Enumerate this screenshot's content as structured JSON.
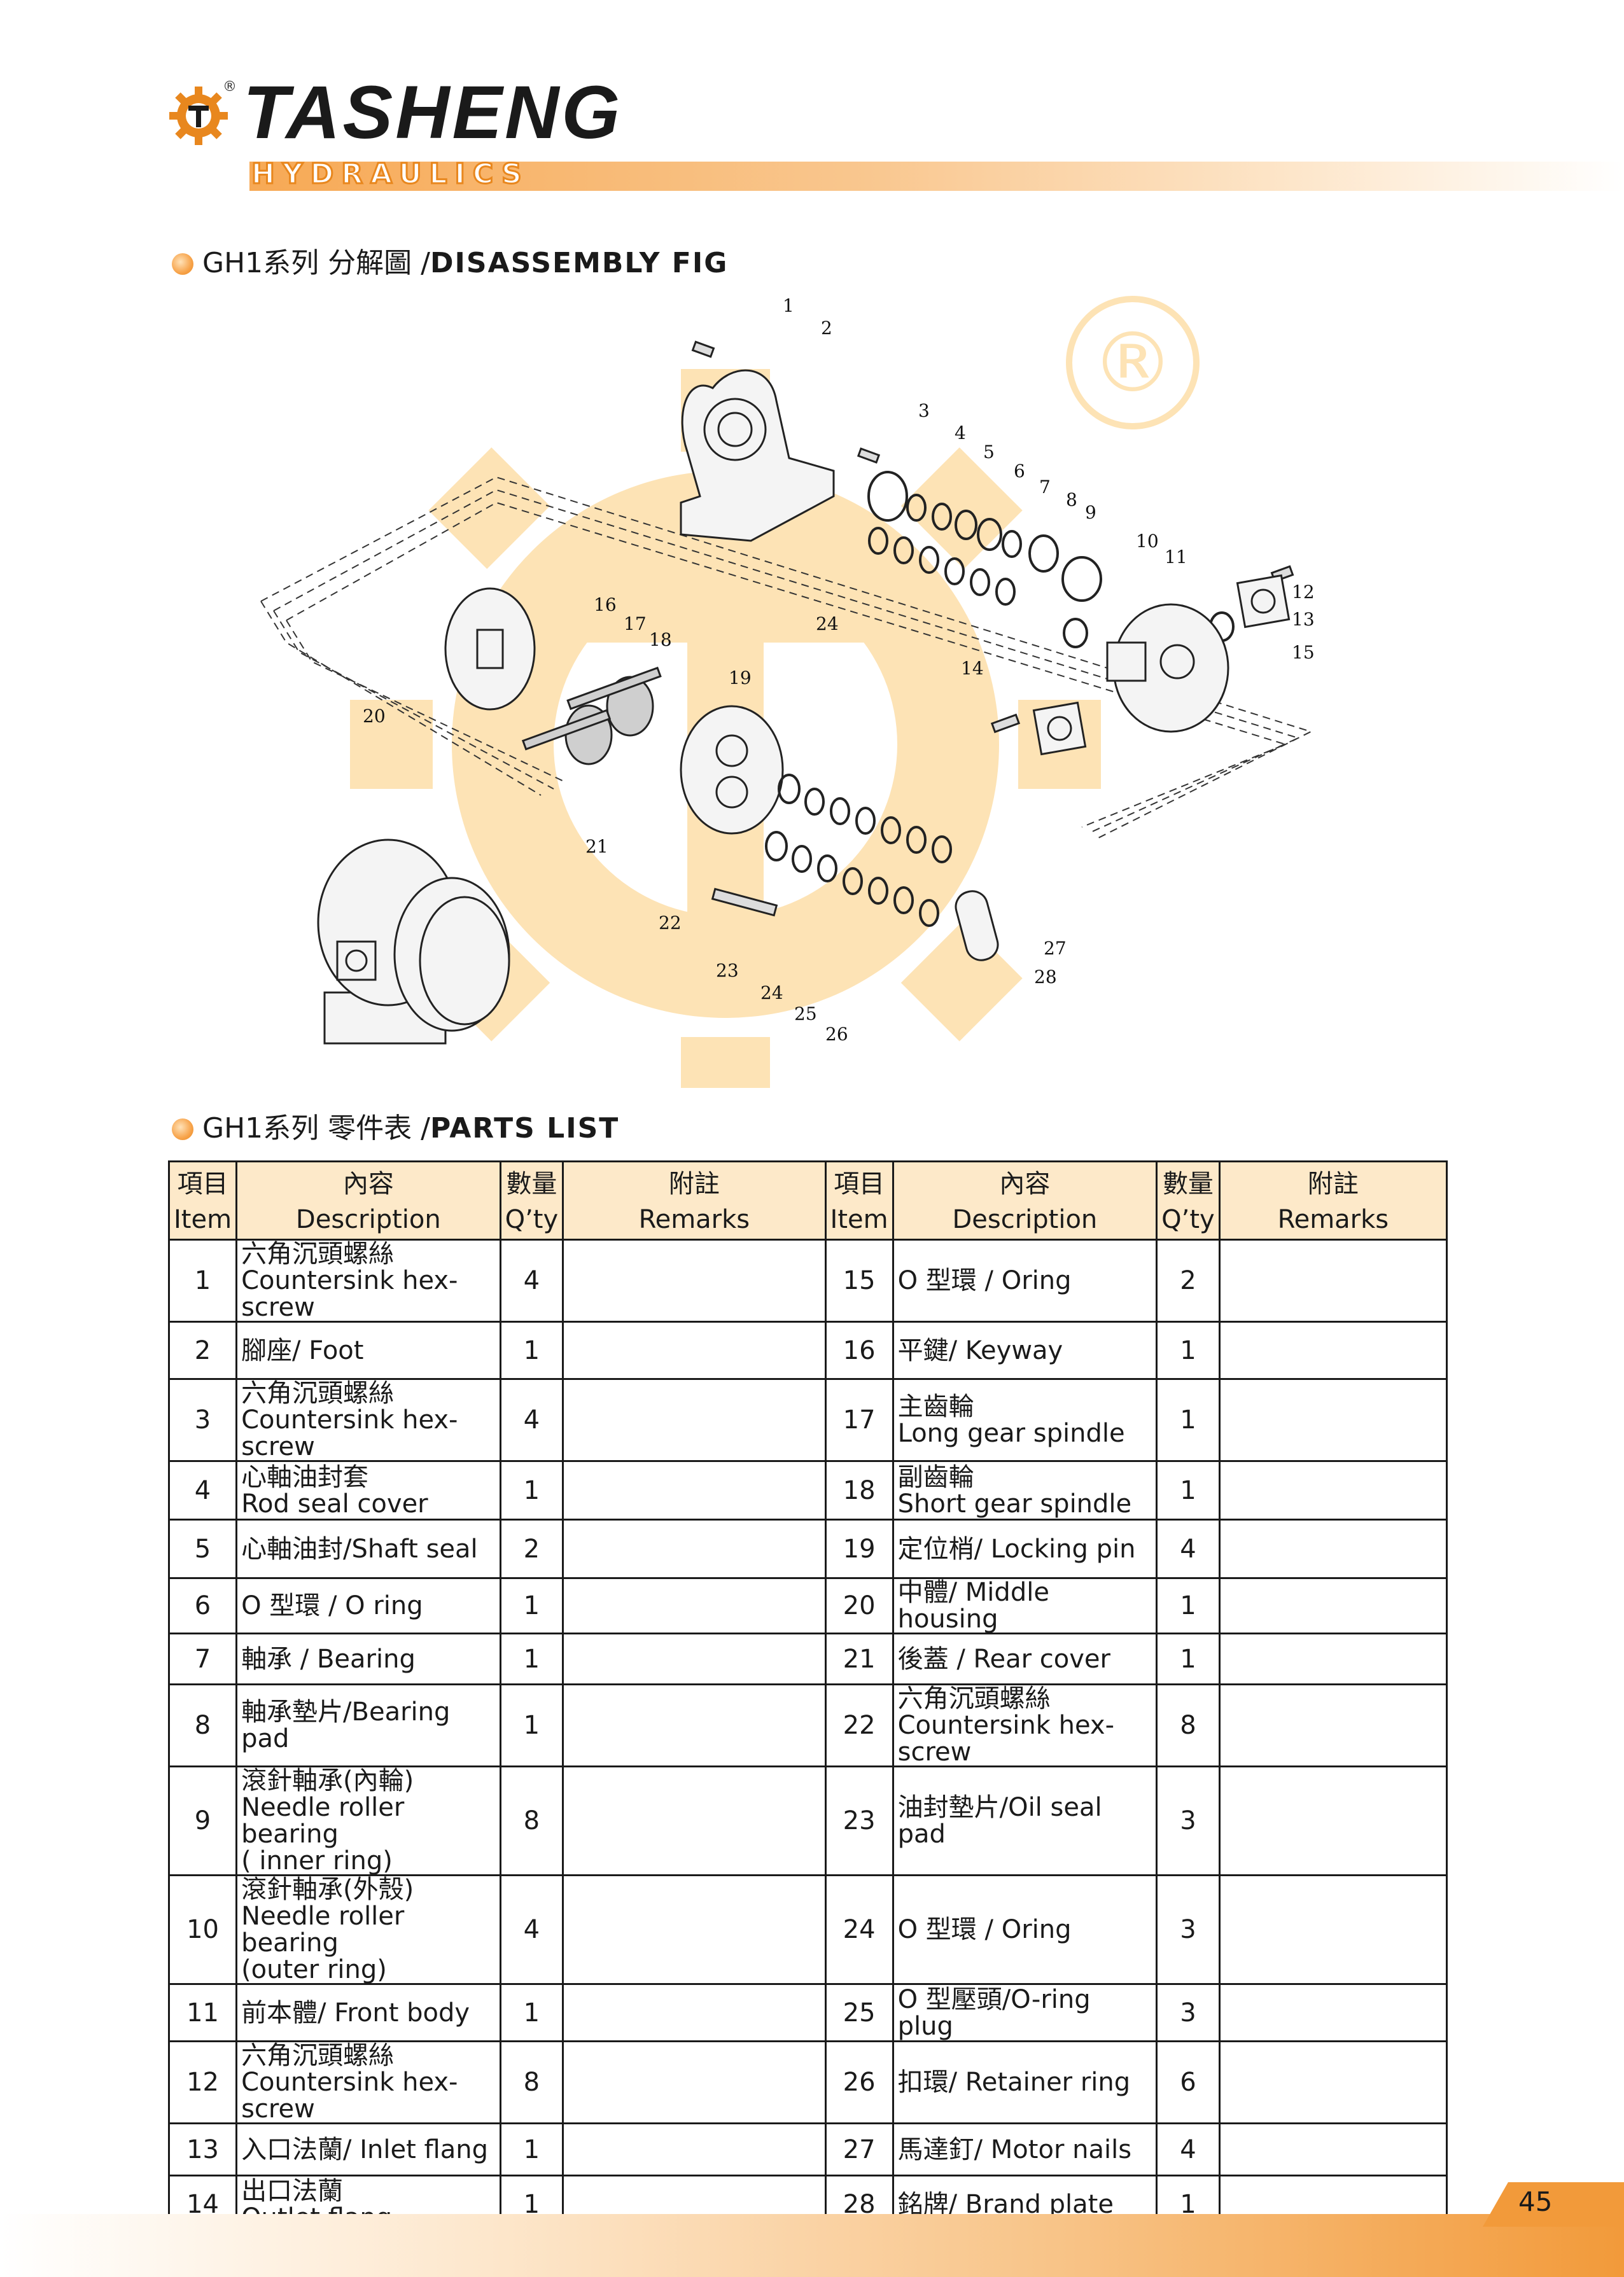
{
  "header": {
    "brand": "TASHENG",
    "subbrand": "HYDRAULICS",
    "reg_mark": "®"
  },
  "sections": {
    "disassembly": {
      "cn": "GH1系列 分解圖 /",
      "en": "DISASSEMBLY FIG"
    },
    "parts": {
      "cn": "GH1系列 零件表 /",
      "en": "PARTS LIST"
    }
  },
  "figure": {
    "watermark_reg": "®",
    "callouts": [
      "1",
      "2",
      "3",
      "4",
      "5",
      "6",
      "7",
      "8",
      "9",
      "10",
      "11",
      "12",
      "13",
      "14",
      "15",
      "16",
      "17",
      "18",
      "19",
      "20",
      "21",
      "22",
      "23",
      "24",
      "24",
      "25",
      "26",
      "27",
      "28"
    ]
  },
  "table": {
    "headers": {
      "item_cn": "項目",
      "item_en": "Item",
      "desc_cn": "內容",
      "desc_en": "Description",
      "qty_cn": "數量",
      "qty_en": "Q’ty",
      "remarks_cn": "附註",
      "remarks_en": "Remarks"
    },
    "rows": [
      {
        "l_item": "1",
        "l_cn": "六角沉頭螺絲",
        "l_en": "Countersink hex-screw",
        "l_qty": "4",
        "r_item": "15",
        "r_cn": "",
        "r_en": "O 型環  / Oring",
        "r_qty": "2"
      },
      {
        "l_item": "2",
        "l_cn": "",
        "l_en": "腳座/ Foot",
        "l_qty": "1",
        "r_item": "16",
        "r_cn": "",
        "r_en": "平鍵/ Keyway",
        "r_qty": "1"
      },
      {
        "l_item": "3",
        "l_cn": "六角沉頭螺絲",
        "l_en": "Countersink hex-screw",
        "l_qty": "4",
        "r_item": "17",
        "r_cn": "主齒輪",
        "r_en": "Long gear spindle",
        "r_qty": "1"
      },
      {
        "l_item": "4",
        "l_cn": "心軸油封套",
        "l_en": "Rod seal cover",
        "l_qty": "1",
        "r_item": "18",
        "r_cn": "副齒輪",
        "r_en": "Short gear spindle",
        "r_qty": "1"
      },
      {
        "l_item": "5",
        "l_cn": "",
        "l_en": "心軸油封/Shaft seal",
        "l_qty": "2",
        "r_item": "19",
        "r_cn": "",
        "r_en": "定位梢/ Locking pin",
        "r_qty": "4"
      },
      {
        "l_item": "6",
        "l_cn": "",
        "l_en": "O 型環  / O ring",
        "l_qty": "1",
        "r_item": "20",
        "r_cn": "",
        "r_en": "中體/ Middle housing",
        "r_qty": "1"
      },
      {
        "l_item": "7",
        "l_cn": "",
        "l_en": "軸承  / Bearing",
        "l_qty": "1",
        "r_item": "21",
        "r_cn": "",
        "r_en": "後蓋  / Rear cover",
        "r_qty": "1"
      },
      {
        "l_item": "8",
        "l_cn": "",
        "l_en": "軸承墊片/Bearing pad",
        "l_qty": "1",
        "r_item": "22",
        "r_cn": "六角沉頭螺絲",
        "r_en": "Countersink hex-screw",
        "r_qty": "8"
      },
      {
        "l_item": "9",
        "l_cn": "滾針軸承(內輪)",
        "l_en": "Needle roller bearing",
        "l_en2": "( inner ring)",
        "l_qty": "8",
        "r_item": "23",
        "r_cn": "",
        "r_en": "油封墊片/Oil seal pad",
        "r_qty": "3"
      },
      {
        "l_item": "10",
        "l_cn": "滾針軸承(外殼)",
        "l_en": "Needle roller bearing",
        "l_en2": "(outer ring)",
        "l_qty": "4",
        "r_item": "24",
        "r_cn": "",
        "r_en": "O 型環  / Oring",
        "r_qty": "3"
      },
      {
        "l_item": "11",
        "l_cn": "",
        "l_en": "前本體/ Front body",
        "l_qty": "1",
        "r_item": "25",
        "r_cn": "",
        "r_en": "O 型壓頭/O-ring plug",
        "r_qty": "3"
      },
      {
        "l_item": "12",
        "l_cn": "六角沉頭螺絲",
        "l_en": "Countersink hex-screw",
        "l_qty": "8",
        "r_item": "26",
        "r_cn": "",
        "r_en": "扣環/ Retainer ring",
        "r_qty": "6"
      },
      {
        "l_item": "13",
        "l_cn": "",
        "l_en": "入口法蘭/ Inlet flang",
        "l_qty": "1",
        "r_item": "27",
        "r_cn": "",
        "r_en": "馬達釘/ Motor nails",
        "r_qty": "4"
      },
      {
        "l_item": "14",
        "l_cn": "出口法蘭",
        "l_en": "Outlet flang",
        "l_qty": "1",
        "r_item": "28",
        "r_cn": "",
        "r_en": "銘牌/ Brand plate",
        "r_qty": "1"
      }
    ]
  },
  "footer": {
    "page": "45"
  },
  "colors": {
    "accent": "#f29a3a",
    "header_fill": "#fde9c9",
    "watermark": "#fde3b5"
  }
}
